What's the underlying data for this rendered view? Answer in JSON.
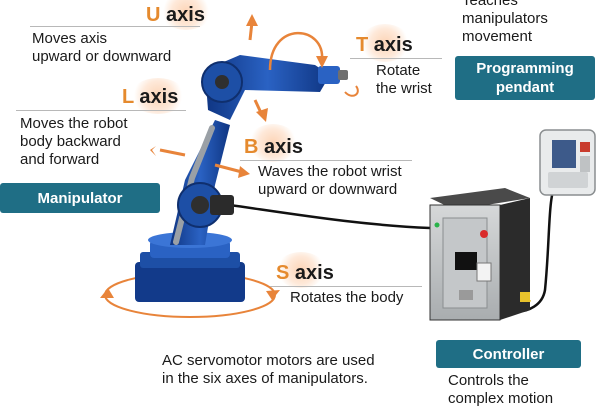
{
  "axes": {
    "u": {
      "letter": "U",
      "word": "axis",
      "desc": "Moves axis\nupward or downward"
    },
    "l": {
      "letter": "L",
      "word": "axis",
      "desc": "Moves the robot\nbody backward\nand forward"
    },
    "t": {
      "letter": "T",
      "word": "axis",
      "desc": "Rotate\nthe wrist"
    },
    "b": {
      "letter": "B",
      "word": "axis",
      "desc": "Waves the robot wrist\nupward or downward"
    },
    "s": {
      "letter": "S",
      "word": "axis",
      "desc": "Rotates the body"
    }
  },
  "pendant": {
    "top_text": "Teaches\nmanipulators\nmovement",
    "label": "Programming\npendant"
  },
  "manipulator": {
    "label": "Manipulator"
  },
  "controller": {
    "label": "Controller",
    "desc": "Controls the\ncomplex motion"
  },
  "footnote": "AC servomotor motors are used\nin the six axes of manipulators.",
  "colors": {
    "axis_letter": "#e58a2e",
    "label_bg": "#1f6e85",
    "robot_blue": "#1d4fa6",
    "robot_dark": "#0f2f6e",
    "arrow_orange": "#e8843a",
    "cabinet_dark": "#2b2b2b"
  }
}
